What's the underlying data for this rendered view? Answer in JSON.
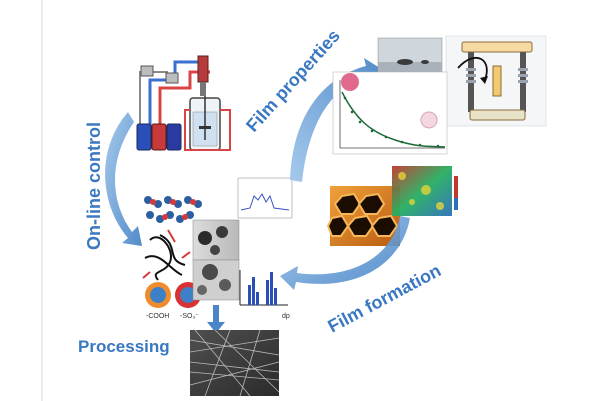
{
  "labels": {
    "online_control": "On-line control",
    "film_properties": "Film properties",
    "film_formation": "Film formation",
    "processing": "Processing"
  },
  "chemistry": {
    "cooh": "-COOH",
    "so3": "-SO₃⁻"
  },
  "histogram": {
    "axis": "dp"
  },
  "colors": {
    "label_blue": "#3a78c2",
    "arrow_blue": "#4a86c8",
    "curve_green": "#1e6b3a"
  }
}
